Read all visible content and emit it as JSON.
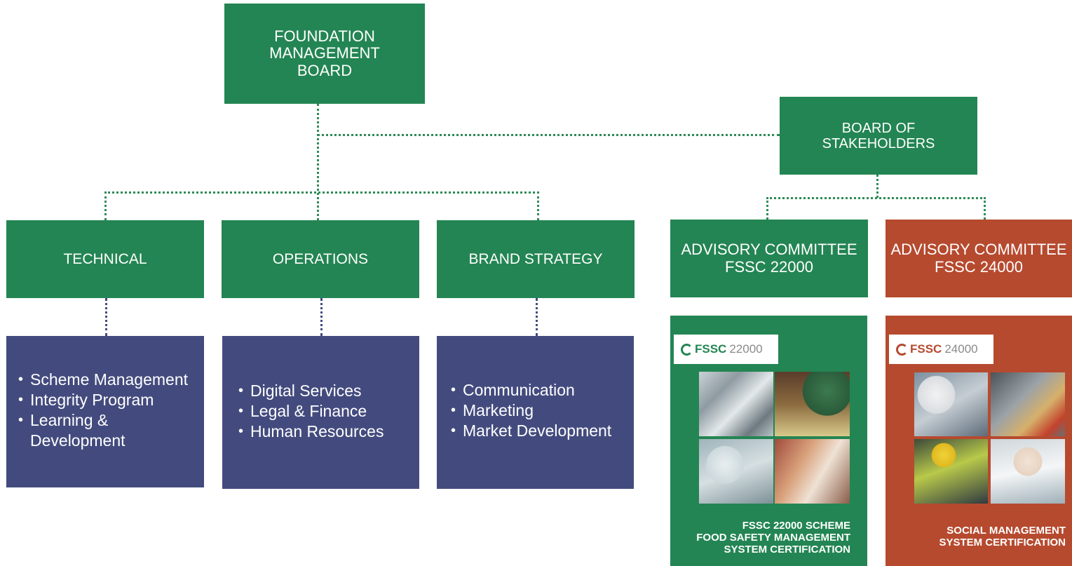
{
  "boards": {
    "foundation": "FOUNDATION\nMANAGEMENT\nBOARD",
    "stakeholders": "BOARD OF\nSTAKEHOLDERS"
  },
  "departments": [
    {
      "title": "TECHNICAL",
      "items": [
        "Scheme Management",
        "Integrity Program",
        "Learning & Development"
      ]
    },
    {
      "title": "OPERATIONS",
      "items": [
        "Digital Services",
        "Legal & Finance",
        "Human Resources"
      ]
    },
    {
      "title": "BRAND STRATEGY",
      "items": [
        "Communication",
        "Marketing",
        "Market Development"
      ]
    }
  ],
  "committees": [
    {
      "title": "ADVISORY COMMITTEE\nFSSC 22000",
      "color": "#238553"
    },
    {
      "title": "ADVISORY COMMITTEE\nFSSC 24000",
      "color": "#b64a2f"
    }
  ],
  "cards": [
    {
      "logo_brand": "FSSC",
      "logo_num": "22000",
      "logo_color": "#238553",
      "title": "FSSC 22000 SCHEME\nFOOD SAFETY MANAGEMENT\nSYSTEM CERTIFICATION"
    },
    {
      "logo_brand": "FSSC",
      "logo_num": "24000",
      "logo_color": "#b64a2f",
      "title": "SOCIAL MANAGEMENT\nSYSTEM CERTIFICATION"
    }
  ],
  "colors": {
    "green": "#238553",
    "red": "#b64a2f",
    "navy": "#434b7e"
  }
}
